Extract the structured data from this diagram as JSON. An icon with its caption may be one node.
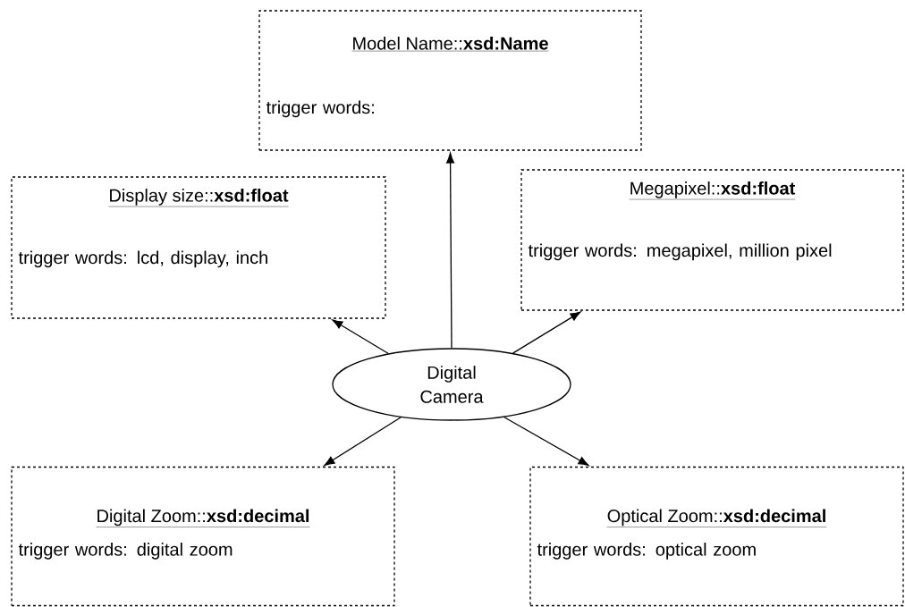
{
  "diagram": {
    "nodes": [
      {
        "text": [
          "Model Name::**xsd:Name**",
          "trigger words:"
        ]
      },
      {
        "text": [
          "Display size::**xsd:float**",
          "trigger words: lcd, display, inch"
        ]
      },
      {
        "text": [
          "Megapixel::**xsd:float**",
          "trigger words: megapixel, million pixel"
        ]
      },
      {
        "text": [
          "Digital Camera"
        ]
      },
      {
        "text": [
          "Digital Zoom::**xsd:decimal**",
          "trigger words: digital zoom"
        ]
      },
      {
        "text": [
          "Optical Zoom::**xsd:decimal**",
          "trigger words: optical zoom"
        ]
      }
    ],
    "edges": [
      {
        "from": 3,
        "to": 0,
        "arrow": "to"
      },
      {
        "from": 3,
        "to": 1,
        "arrow": "to"
      },
      {
        "from": 3,
        "to": 2,
        "arrow": "to"
      },
      {
        "from": 3,
        "to": 4,
        "arrow": "to"
      },
      {
        "from": 3,
        "to": 5,
        "arrow": "to"
      }
    ]
  }
}
